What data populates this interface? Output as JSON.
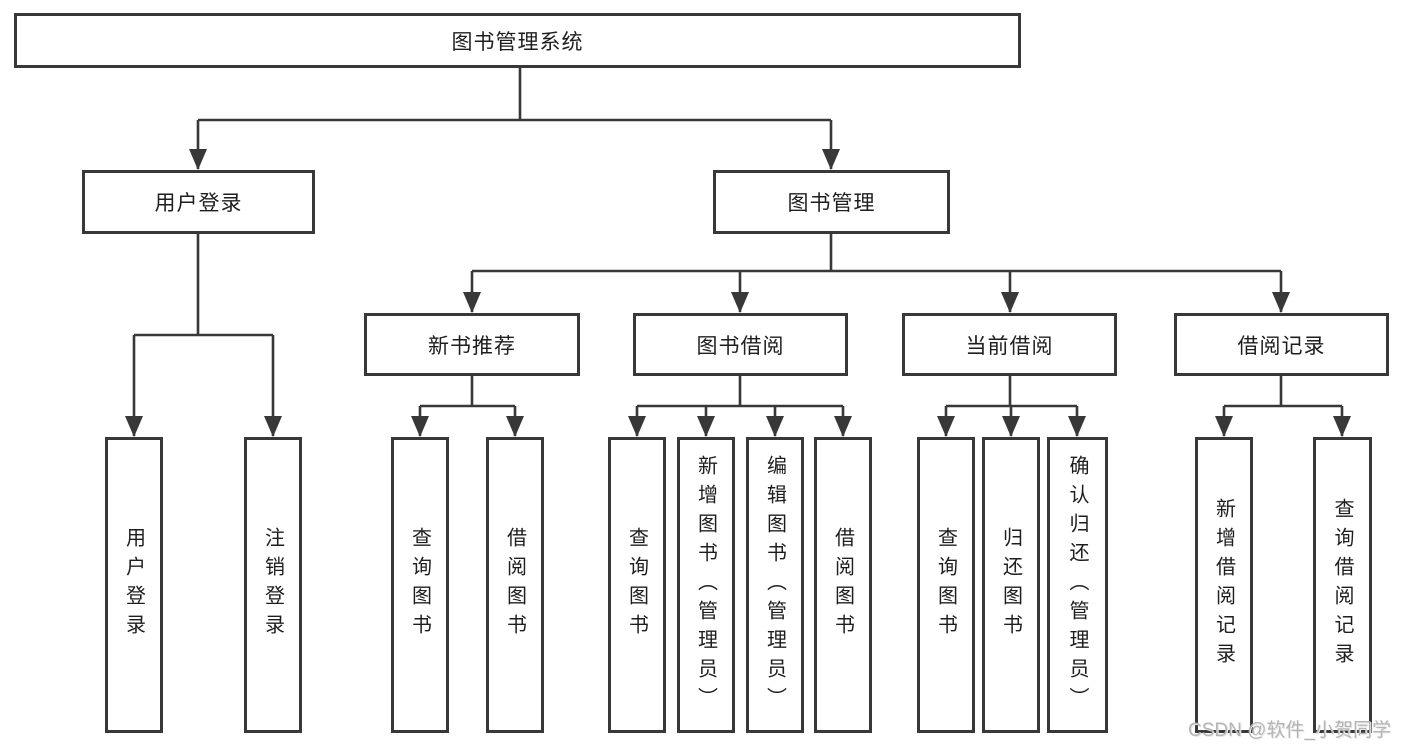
{
  "nodes": {
    "root": "图书管理系统",
    "user_login": "用户登录",
    "book_management": "图书管理",
    "new_book_recommend": "新书推荐",
    "book_borrow": "图书借阅",
    "current_borrow": "当前借阅",
    "borrow_record": "借阅记录",
    "leaf_user_login": "用户登录",
    "leaf_logout": "注销登录",
    "leaf_nbr_query_book": "查询图书",
    "leaf_nbr_borrow_book": "借阅图书",
    "leaf_bb_query_book": "查询图书",
    "leaf_bb_add_book": "新增图书（管理员）",
    "leaf_bb_edit_book": "编辑图书（管理员）",
    "leaf_bb_borrow_book": "借阅图书",
    "leaf_cb_query_book": "查询图书",
    "leaf_cb_return_book": "归还图书",
    "leaf_cb_confirm_return": "确认归还（管理员）",
    "leaf_br_add_record": "新增借阅记录",
    "leaf_br_query_record": "查询借阅记录"
  },
  "watermark": {
    "text": "CSDN @软件_小贺同学"
  },
  "colors": {
    "line": "#383838",
    "text": "#1e1e1e",
    "background": "#ffffff",
    "watermark": "#b5b5b5"
  }
}
